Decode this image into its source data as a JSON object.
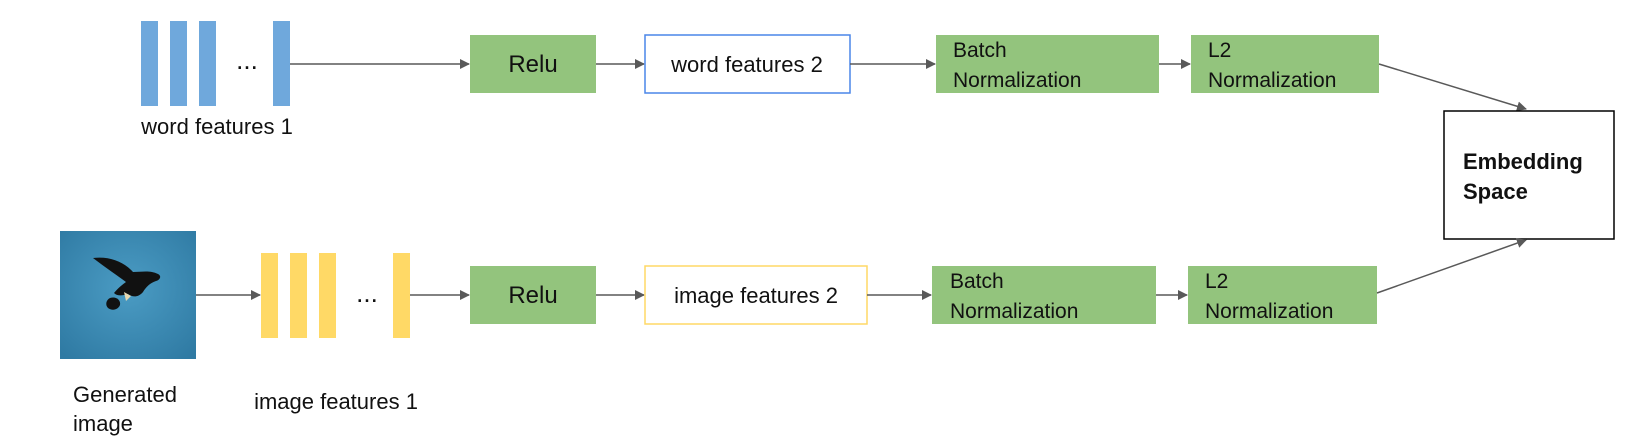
{
  "colors": {
    "word_bar": "#6fa8dc",
    "image_bar": "#ffd966",
    "process_fill": "#93c47d",
    "word_feature_border": "#4a86e8",
    "image_feature_border": "#ffd966",
    "arrow": "#595959",
    "embedding_border": "#000000",
    "photo_sky": "#3d8cb5"
  },
  "top_row": {
    "dots": "...",
    "input_label": "word features 1",
    "relu": "Relu",
    "features": "word features 2",
    "batch_norm_line1": "Batch",
    "batch_norm_line2": "Normalization",
    "l2_norm_line1": "L2",
    "l2_norm_line2": "Normalization"
  },
  "bottom_row": {
    "image_label_line1": "Generated",
    "image_label_line2": "image",
    "dots": "...",
    "input_label": "image features 1",
    "relu": "Relu",
    "features": "image features 2",
    "batch_norm_line1": "Batch",
    "batch_norm_line2": "Normalization",
    "l2_norm_line1": "L2",
    "l2_norm_line2": "Normalization"
  },
  "embedding": {
    "line1": "Embedding",
    "line2": "Space"
  }
}
